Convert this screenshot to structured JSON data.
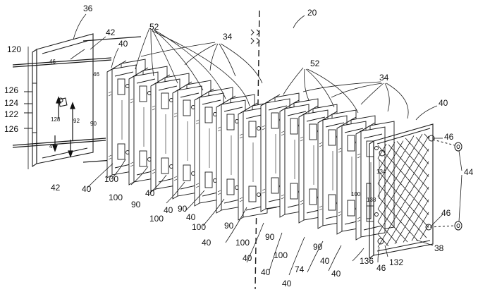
{
  "figure": {
    "reference_numerals": [
      {
        "id": "n36",
        "text": "36"
      },
      {
        "id": "n42a",
        "text": "42"
      },
      {
        "id": "n52a",
        "text": "52"
      },
      {
        "id": "n40a",
        "text": "40"
      },
      {
        "id": "n34a",
        "text": "34"
      },
      {
        "id": "n20",
        "text": "20"
      },
      {
        "id": "n120",
        "text": "120"
      },
      {
        "id": "n46a",
        "text": "46"
      },
      {
        "id": "n46b",
        "text": "46"
      },
      {
        "id": "n126a",
        "text": "126"
      },
      {
        "id": "n124",
        "text": "124"
      },
      {
        "id": "n122",
        "text": "122"
      },
      {
        "id": "n126b",
        "text": "126"
      },
      {
        "id": "n128",
        "text": "128"
      },
      {
        "id": "n92",
        "text": "92"
      },
      {
        "id": "n46c",
        "text": "46"
      },
      {
        "id": "n90a",
        "text": "90"
      },
      {
        "id": "n42b",
        "text": "42"
      },
      {
        "id": "n40b",
        "text": "40"
      },
      {
        "id": "n100a",
        "text": "100"
      },
      {
        "id": "n100b",
        "text": "100"
      },
      {
        "id": "n90b",
        "text": "90"
      },
      {
        "id": "n40c",
        "text": "40"
      },
      {
        "id": "n40d",
        "text": "40"
      },
      {
        "id": "n90c",
        "text": "90"
      },
      {
        "id": "n100c",
        "text": "100"
      },
      {
        "id": "n40e",
        "text": "40"
      },
      {
        "id": "n100d",
        "text": "100"
      },
      {
        "id": "n90d",
        "text": "90"
      },
      {
        "id": "n40f",
        "text": "40"
      },
      {
        "id": "n100e",
        "text": "100"
      },
      {
        "id": "n40g",
        "text": "40"
      },
      {
        "id": "n90e",
        "text": "90"
      },
      {
        "id": "n100f",
        "text": "100"
      },
      {
        "id": "n40h",
        "text": "40"
      },
      {
        "id": "n74",
        "text": "74"
      },
      {
        "id": "n40i",
        "text": "40"
      },
      {
        "id": "n40j",
        "text": "40"
      },
      {
        "id": "n52b",
        "text": "52"
      },
      {
        "id": "n34b",
        "text": "34"
      },
      {
        "id": "n40k",
        "text": "40"
      },
      {
        "id": "n46d",
        "text": "46"
      },
      {
        "id": "n44",
        "text": "44"
      },
      {
        "id": "n46e",
        "text": "46"
      },
      {
        "id": "n134",
        "text": "134"
      },
      {
        "id": "n100g",
        "text": "100"
      },
      {
        "id": "n138",
        "text": "138"
      },
      {
        "id": "n136",
        "text": "136"
      },
      {
        "id": "n46f",
        "text": "46"
      },
      {
        "id": "n132",
        "text": "132"
      },
      {
        "id": "n38",
        "text": "38"
      },
      {
        "id": "n40l",
        "text": "40"
      },
      {
        "id": "n90f",
        "text": "90"
      }
    ]
  }
}
